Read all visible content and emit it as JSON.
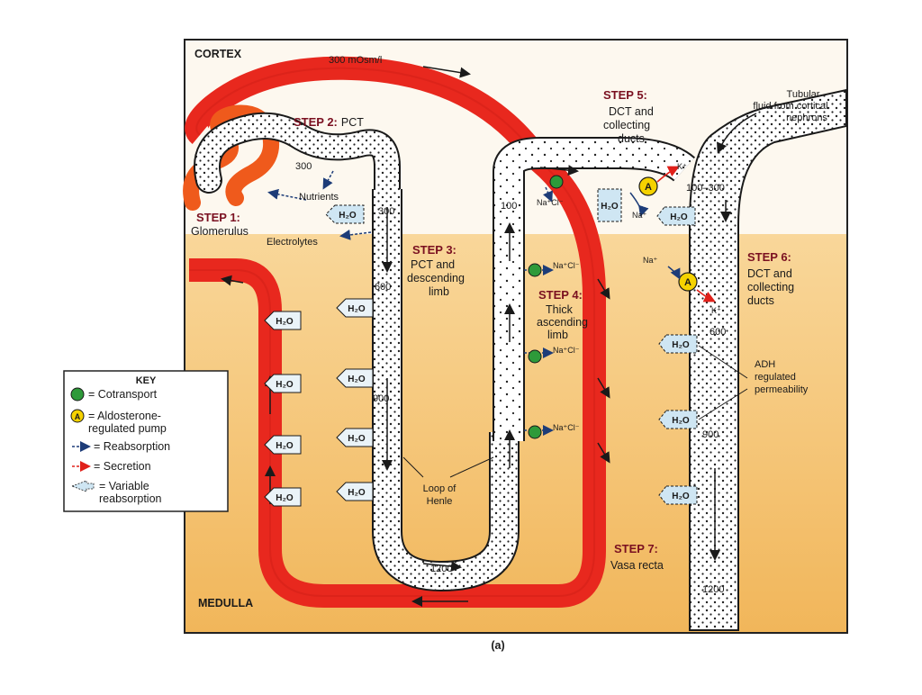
{
  "regions": {
    "cortex": "CORTEX",
    "medulla": "MEDULLA"
  },
  "caption": "(a)",
  "steps": {
    "step1": {
      "title": "STEP 1:",
      "lines": [
        "Glomerulus"
      ]
    },
    "step2": {
      "title": "STEP 2:",
      "suffix": "PCT"
    },
    "step3": {
      "title": "STEP 3:",
      "lines": [
        "PCT and",
        "descending",
        "limb"
      ]
    },
    "step4": {
      "title": "STEP 4:",
      "lines": [
        "Thick",
        "ascending",
        "limb"
      ]
    },
    "step5": {
      "title": "STEP 5:",
      "lines": [
        "DCT and",
        "collecting",
        "ducts"
      ]
    },
    "step6": {
      "title": "STEP 6:",
      "lines": [
        "DCT and",
        "collecting",
        "ducts"
      ]
    },
    "step7": {
      "title": "STEP 7:",
      "lines": [
        "Vasa recta"
      ]
    }
  },
  "labels": {
    "osm_vessel": "300 mOsm/l",
    "tubular": [
      "Tubular",
      "fluid from cortical",
      "nephrons"
    ],
    "nutrients": "Nutrients",
    "electrolytes": "Electrolytes",
    "loop": [
      "Loop of",
      "Henle"
    ],
    "adh": [
      "ADH",
      "regulated",
      "permeability"
    ],
    "nacl": "Na⁺Cl⁻",
    "na": "Na⁺",
    "k": "K⁺",
    "h2o": "H₂O",
    "pump": "A"
  },
  "osmolarity": {
    "pct_300": "300",
    "desc_300": "300",
    "desc_600": "600",
    "desc_900": "900",
    "bottom_1200": "1200",
    "asc_100": "100",
    "cd_100_300": "100–300",
    "cd_600": "600",
    "cd_900": "900",
    "cd_1200": "1200"
  },
  "key": {
    "title": "KEY",
    "items": [
      {
        "symbol": "cotransport-dot",
        "text": [
          "= Cotransport"
        ]
      },
      {
        "symbol": "pump-dot",
        "text": [
          "= Aldosterone-",
          "regulated pump"
        ]
      },
      {
        "symbol": "reabsorption-arrow",
        "text": [
          "= Reabsorption"
        ]
      },
      {
        "symbol": "secretion-arrow",
        "text": [
          "= Secretion"
        ]
      },
      {
        "symbol": "variable-arrow",
        "text": [
          "= Variable",
          "reabsorption"
        ]
      }
    ]
  },
  "colors": {
    "cortex_bg": "#fdf8ef",
    "medulla_bg": "#f6c776",
    "vessel_red": "#e8281e",
    "vessel_orange": "#ef5a1c",
    "step_text": "#7a1020",
    "cotransport_green": "#2e9a3a",
    "pump_yellow": "#f5d200",
    "h2o_fill": "#cfe6f3"
  }
}
